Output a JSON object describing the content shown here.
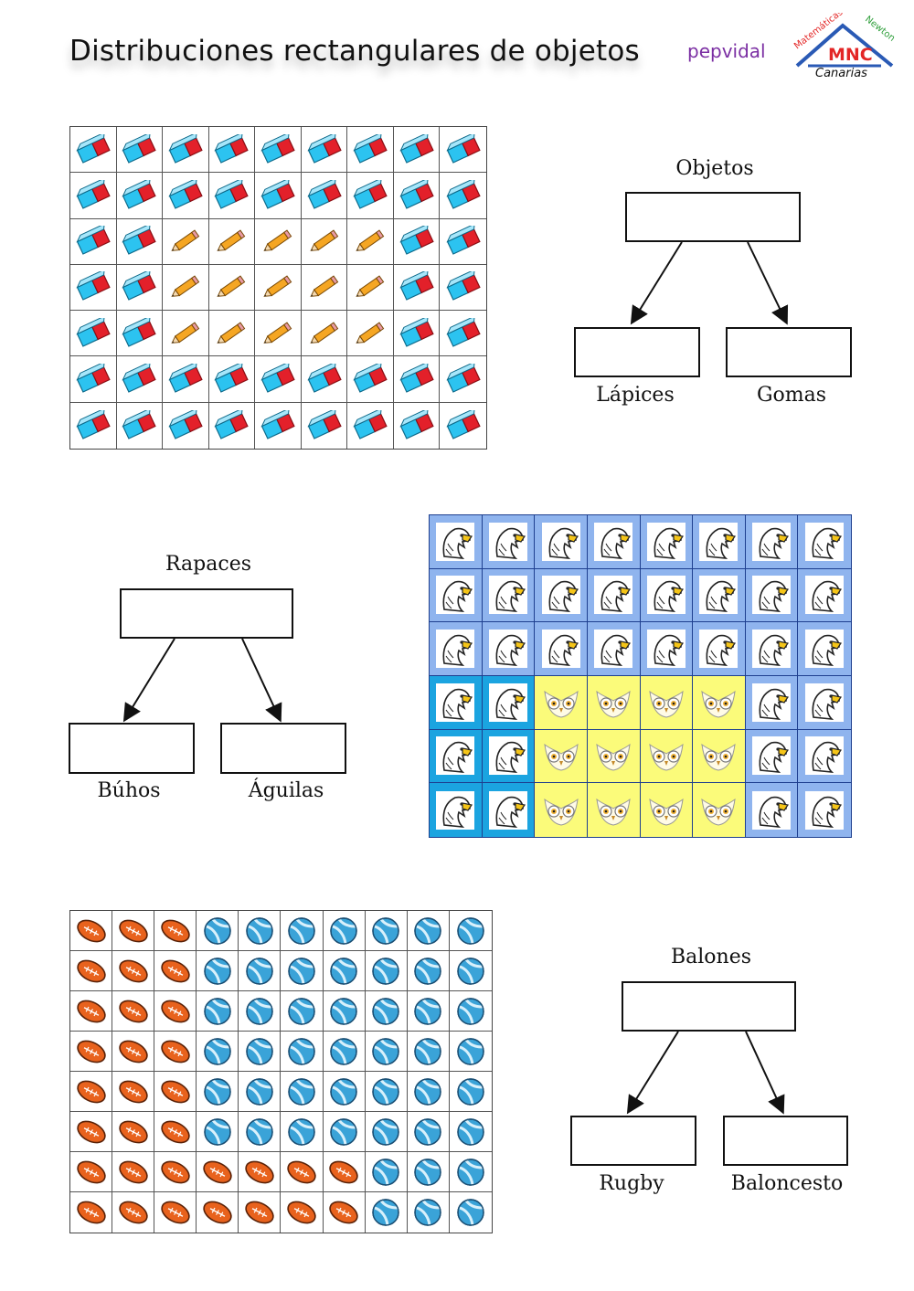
{
  "header": {
    "title": "Distribuciones rectangulares de objetos",
    "author": "pepvidal",
    "logo": {
      "top_text": "Matemáticas",
      "side_text": "Newton",
      "main_text": "MNC",
      "bottom_text": "Canarias",
      "colors": {
        "red": "#e32626",
        "green": "#2e9e3a",
        "blue": "#2a5ab5"
      }
    }
  },
  "grids": [
    {
      "name": "objetos",
      "rows": 7,
      "cols": 9,
      "cells": [
        [
          "eraser",
          "eraser",
          "eraser",
          "eraser",
          "eraser",
          "eraser",
          "eraser",
          "eraser",
          "eraser"
        ],
        [
          "eraser",
          "eraser",
          "eraser",
          "eraser",
          "eraser",
          "eraser",
          "eraser",
          "eraser",
          "eraser"
        ],
        [
          "eraser",
          "eraser",
          "pencil",
          "pencil",
          "pencil",
          "pencil",
          "pencil",
          "eraser",
          "eraser"
        ],
        [
          "eraser",
          "eraser",
          "pencil",
          "pencil",
          "pencil",
          "pencil",
          "pencil",
          "eraser",
          "eraser"
        ],
        [
          "eraser",
          "eraser",
          "pencil",
          "pencil",
          "pencil",
          "pencil",
          "pencil",
          "eraser",
          "eraser"
        ],
        [
          "eraser",
          "eraser",
          "eraser",
          "eraser",
          "eraser",
          "eraser",
          "eraser",
          "eraser",
          "eraser"
        ],
        [
          "eraser",
          "eraser",
          "eraser",
          "eraser",
          "eraser",
          "eraser",
          "eraser",
          "eraser",
          "eraser"
        ]
      ]
    },
    {
      "name": "rapaces",
      "rows": 6,
      "cols": 8,
      "cells": [
        [
          "eagle",
          "eagle",
          "eagle",
          "eagle",
          "eagle",
          "eagle",
          "eagle",
          "eagle"
        ],
        [
          "eagle",
          "eagle",
          "eagle",
          "eagle",
          "eagle",
          "eagle",
          "eagle",
          "eagle"
        ],
        [
          "eagle",
          "eagle",
          "eagle",
          "eagle",
          "eagle",
          "eagle",
          "eagle",
          "eagle"
        ],
        [
          "eagle",
          "eagle",
          "owl",
          "owl",
          "owl",
          "owl",
          "eagle",
          "eagle"
        ],
        [
          "eagle",
          "eagle",
          "owl",
          "owl",
          "owl",
          "owl",
          "eagle",
          "eagle"
        ],
        [
          "eagle",
          "eagle",
          "owl",
          "owl",
          "owl",
          "owl",
          "eagle",
          "eagle"
        ]
      ],
      "backgrounds": [
        [
          "light",
          "light",
          "light",
          "light",
          "light",
          "light",
          "light",
          "light"
        ],
        [
          "light",
          "light",
          "light",
          "light",
          "light",
          "light",
          "light",
          "light"
        ],
        [
          "light",
          "light",
          "light",
          "light",
          "light",
          "light",
          "light",
          "light"
        ],
        [
          "blue",
          "blue",
          "yellow",
          "yellow",
          "yellow",
          "yellow",
          "light",
          "light"
        ],
        [
          "blue",
          "blue",
          "yellow",
          "yellow",
          "yellow",
          "yellow",
          "light",
          "light"
        ],
        [
          "blue",
          "blue",
          "yellow",
          "yellow",
          "yellow",
          "yellow",
          "light",
          "light"
        ]
      ]
    },
    {
      "name": "balones",
      "rows": 8,
      "cols": 10,
      "cells": [
        [
          "rugby",
          "rugby",
          "rugby",
          "ball",
          "ball",
          "ball",
          "ball",
          "ball",
          "ball",
          "ball"
        ],
        [
          "rugby",
          "rugby",
          "rugby",
          "ball",
          "ball",
          "ball",
          "ball",
          "ball",
          "ball",
          "ball"
        ],
        [
          "rugby",
          "rugby",
          "rugby",
          "ball",
          "ball",
          "ball",
          "ball",
          "ball",
          "ball",
          "ball"
        ],
        [
          "rugby",
          "rugby",
          "rugby",
          "ball",
          "ball",
          "ball",
          "ball",
          "ball",
          "ball",
          "ball"
        ],
        [
          "rugby",
          "rugby",
          "rugby",
          "ball",
          "ball",
          "ball",
          "ball",
          "ball",
          "ball",
          "ball"
        ],
        [
          "rugby",
          "rugby",
          "rugby",
          "ball",
          "ball",
          "ball",
          "ball",
          "ball",
          "ball",
          "ball"
        ],
        [
          "rugby",
          "rugby",
          "rugby",
          "rugby",
          "rugby",
          "rugby",
          "rugby",
          "ball",
          "ball",
          "ball"
        ],
        [
          "rugby",
          "rugby",
          "rugby",
          "rugby",
          "rugby",
          "rugby",
          "rugby",
          "ball",
          "ball",
          "ball"
        ]
      ]
    }
  ],
  "trees": {
    "objetos": {
      "top": "Objetos",
      "left": "Lápices",
      "right": "Gomas"
    },
    "rapaces": {
      "top": "Rapaces",
      "left": "Búhos",
      "right": "Águilas"
    },
    "balones": {
      "top": "Balones",
      "left": "Rugby",
      "right": "Baloncesto"
    }
  },
  "icon_names": [
    "eraser-icon",
    "pencil-icon",
    "eagle-icon",
    "owl-icon",
    "rugby-ball-icon",
    "beach-ball-icon"
  ]
}
